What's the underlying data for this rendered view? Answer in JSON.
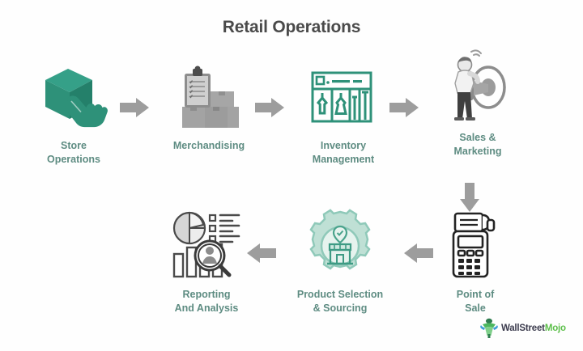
{
  "title": "Retail Operations",
  "colors": {
    "teal": "#2E9179",
    "teal_light": "#8FC9B9",
    "gray_icon": "#9a9a9a",
    "gray_dark": "#3f3f3f",
    "arrow": "#9d9d9d",
    "label": "#5e8c82",
    "title": "#4a4a4a",
    "background": "#fefefe"
  },
  "nodes": [
    {
      "id": "store-operations",
      "label": "Store\nOperations",
      "icon": "box-with-pointing-hand-icon",
      "row": 1
    },
    {
      "id": "merchandising",
      "label": "Merchandising",
      "icon": "clipboard-with-boxes-icon",
      "row": 1
    },
    {
      "id": "inventory-management",
      "label": "Inventory\nManagement",
      "icon": "storefront-shelves-icon",
      "row": 1
    },
    {
      "id": "sales-marketing",
      "label": "Sales &\nMarketing",
      "icon": "person-with-megaphone-icon",
      "row": 1
    },
    {
      "id": "point-of-sale",
      "label": "Point of\nSale",
      "icon": "card-payment-terminal-icon",
      "row": 2
    },
    {
      "id": "product-selection-sourcing",
      "label": "Product Selection\n& Sourcing",
      "icon": "gear-with-shop-icon",
      "row": 2
    },
    {
      "id": "reporting-analysis",
      "label": "Reporting\nAnd Analysis",
      "icon": "charts-with-magnifier-icon",
      "row": 2
    }
  ],
  "arrows": [
    {
      "id": "arrow-store-to-merchandising",
      "direction": "right"
    },
    {
      "id": "arrow-merchandising-to-inventory",
      "direction": "right"
    },
    {
      "id": "arrow-inventory-to-sales",
      "direction": "right"
    },
    {
      "id": "arrow-sales-to-point-of-sale",
      "direction": "down"
    },
    {
      "id": "arrow-point-of-sale-to-product",
      "direction": "left"
    },
    {
      "id": "arrow-product-to-reporting",
      "direction": "left"
    }
  ],
  "watermark": {
    "part1": "WallStreet",
    "part2": "Mojo"
  }
}
